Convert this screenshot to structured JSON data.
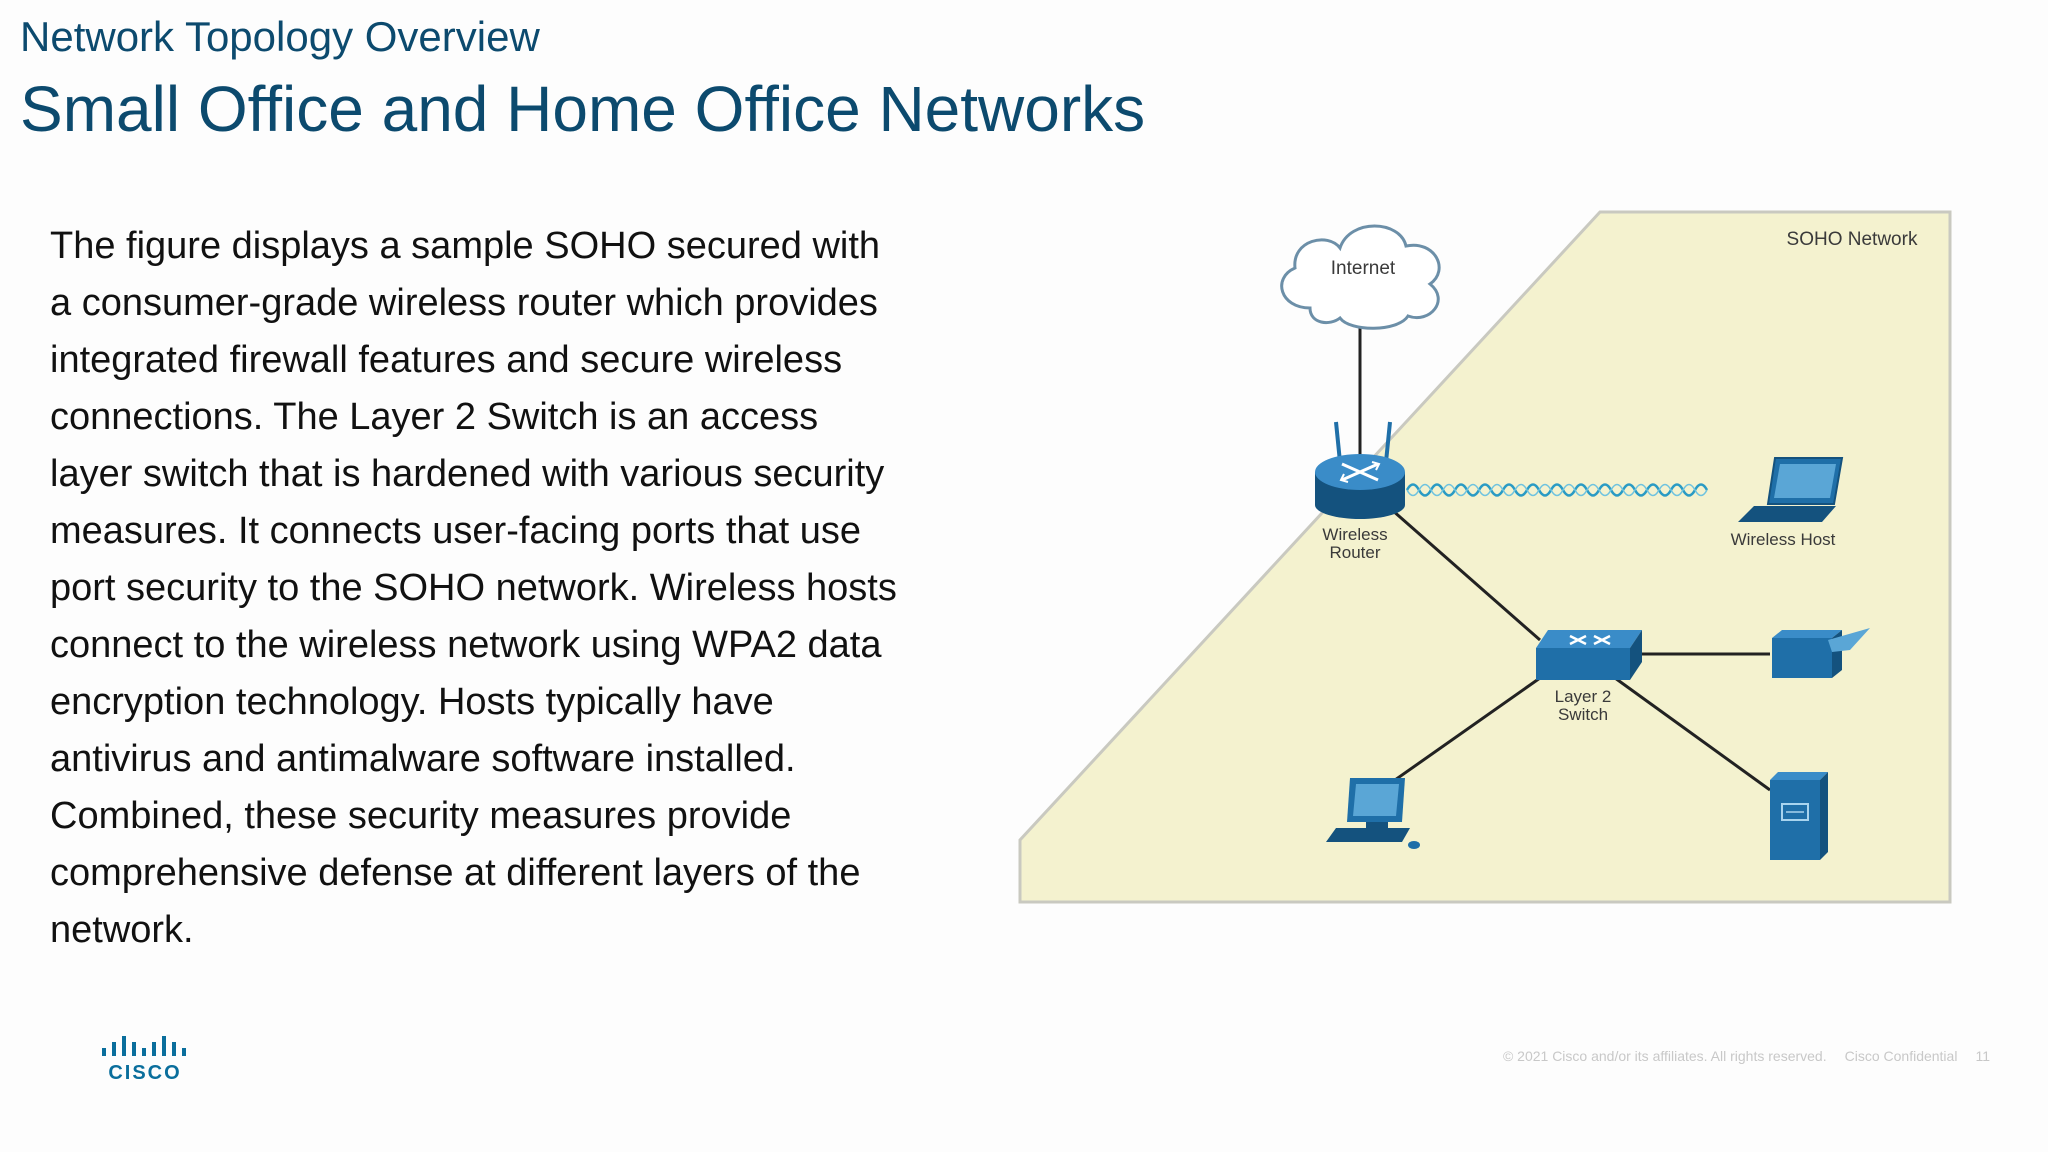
{
  "slide": {
    "supertitle": "Network Topology Overview",
    "title": "Small Office and Home Office Networks",
    "body": "The figure displays a sample SOHO secured with a consumer-grade wireless router which provides integrated firewall features and secure wireless connections. The Layer 2 Switch is an access layer switch that is hardened with various security measures. It connects user-facing ports that use port security to the SOHO network. Wireless hosts connect to the wireless network using WPA2 data encryption technology. Hosts typically have antivirus and antimalware software installed. Combined, these security measures provide comprehensive defense at different layers of the network."
  },
  "figure": {
    "network_label": "SOHO Network",
    "cloud_label": "Internet",
    "router_label_line1": "Wireless",
    "router_label_line2": "Router",
    "host_label": "Wireless Host",
    "switch_label_line1": "Layer 2",
    "switch_label_line2": "Switch",
    "colors": {
      "zone_fill": "#f4f2cf",
      "device_blue": "#1f6fa8",
      "device_dark": "#14527e",
      "wireless_wave": "#2a9bc4"
    },
    "icons": [
      "cloud-icon",
      "router-icon",
      "laptop-icon",
      "switch-icon",
      "printer-icon",
      "desktop-pc-icon",
      "server-icon"
    ]
  },
  "logo": {
    "word": "CISCO"
  },
  "footer": {
    "copyright": "© 2021  Cisco and/or its affiliates. All rights reserved.",
    "confidential": "Cisco Confidential",
    "page_number": "11"
  },
  "theme": {
    "title_color": "#0c4a6e",
    "body_color": "#111111"
  }
}
